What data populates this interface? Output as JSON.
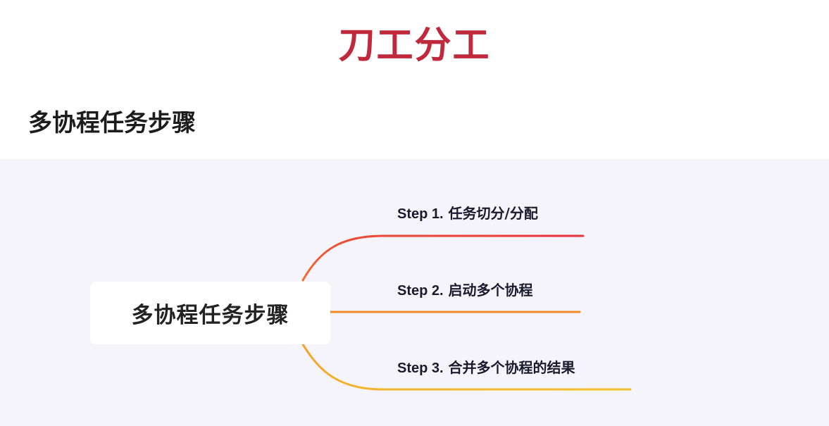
{
  "header": {
    "title": "刀工分工",
    "subtitle": "多协程任务步骤"
  },
  "mindmap": {
    "root": "多协程任务步骤",
    "branches": [
      {
        "step": "Step 1.",
        "text": "任务切分/分配",
        "color": "#e8333a"
      },
      {
        "step": "Step 2.",
        "text": "启动多个协程",
        "color": "#ee8a25"
      },
      {
        "step": "Step 3.",
        "text": "合并多个协程的结果",
        "color": "#f4c02c"
      }
    ],
    "background_color": "#f5f4fa",
    "title_color": "#c0283c"
  }
}
